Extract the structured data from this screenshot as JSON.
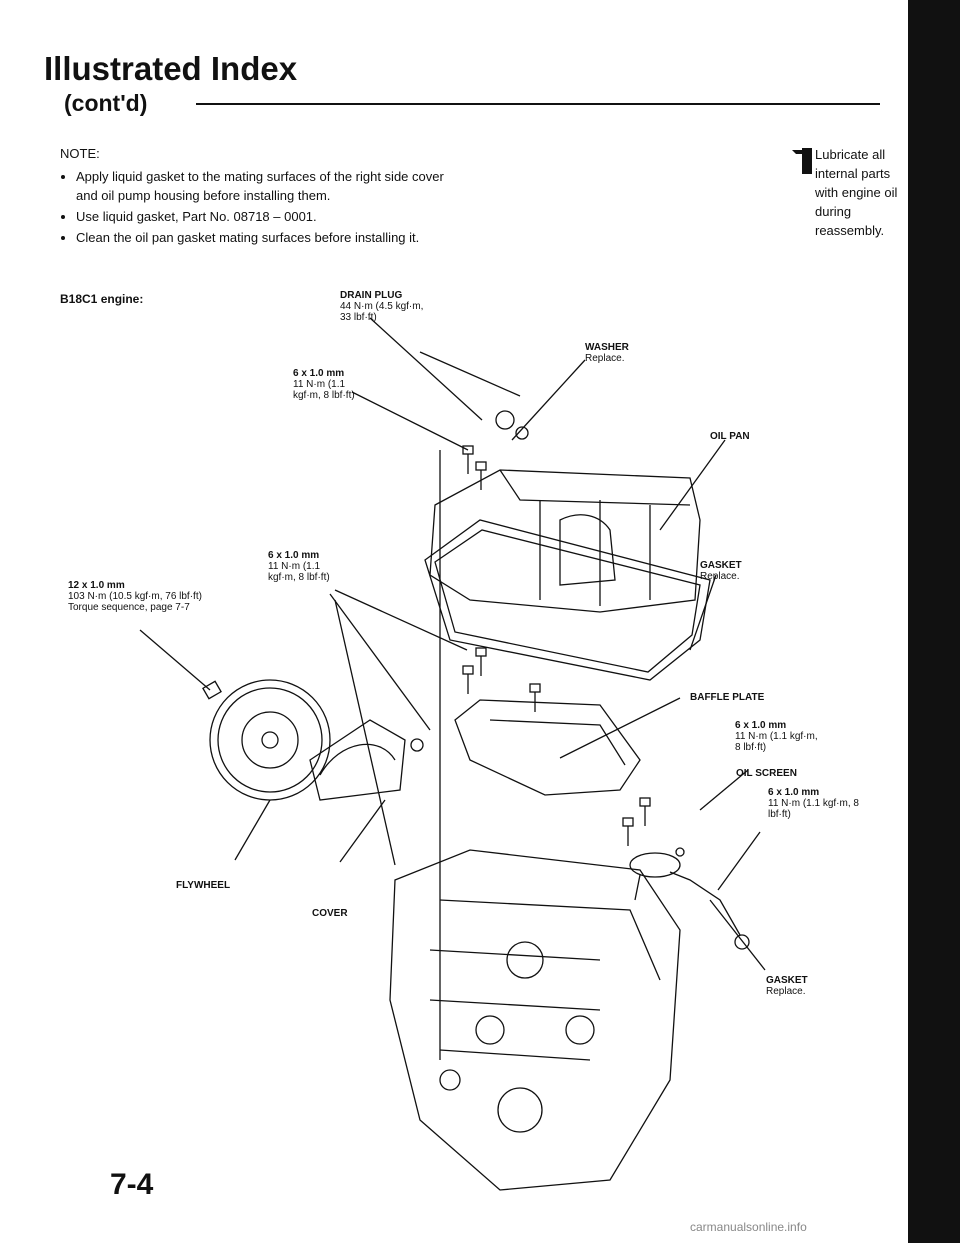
{
  "header": {
    "title": "Illustrated Index",
    "subtitle": "(cont'd)"
  },
  "note": {
    "heading": "NOTE:",
    "items": [
      "Apply liquid gasket to the mating surfaces of the right side cover and oil pump housing before installing them.",
      "Use liquid gasket, Part No. 08718 – 0001.",
      "Clean the oil pan gasket mating surfaces before installing it."
    ]
  },
  "lubricate": {
    "text": "Lubricate all internal parts with engine oil during reassembly."
  },
  "engine": {
    "label": "B18C1 engine:"
  },
  "labels": {
    "drain_plug": {
      "name": "DRAIN PLUG",
      "spec": "44 N·m (4.5 kgf·m, 33 lbf·ft)"
    },
    "washer": {
      "name": "WASHER",
      "note": "Replace."
    },
    "bolt_pan_top": {
      "size": "6 x 1.0 mm",
      "spec": "11 N·m (1.1 kgf·m, 8 lbf·ft)"
    },
    "oil_pan": {
      "name": "OIL PAN"
    },
    "bolt_pan_mid": {
      "size": "6 x 1.0 mm",
      "spec": "11 N·m (1.1 kgf·m, 8 lbf·ft)"
    },
    "gasket_pan": {
      "name": "GASKET",
      "note": "Replace."
    },
    "flywheel_bolt": {
      "size": "12 x 1.0 mm",
      "spec": "103 N·m (10.5 kgf·m, 76 lbf·ft)",
      "note": "Torque sequence, page 7-7"
    },
    "baffle_plate": {
      "name": "BAFFLE PLATE"
    },
    "bolt_baffle": {
      "size": "6 x 1.0 mm",
      "spec": "11 N·m (1.1 kgf·m, 8 lbf·ft)"
    },
    "oil_screen": {
      "name": "OIL SCREEN"
    },
    "bolt_screen": {
      "size": "6 x 1.0 mm",
      "spec": "11 N·m (1.1 kgf·m, 8 lbf·ft)"
    },
    "flywheel": {
      "name": "FLYWHEEL"
    },
    "cover": {
      "name": "COVER"
    },
    "gasket_screen": {
      "name": "GASKET",
      "note": "Replace."
    }
  },
  "page": {
    "number": "7-4"
  },
  "watermark": {
    "text": "carmanualsonline.info"
  }
}
